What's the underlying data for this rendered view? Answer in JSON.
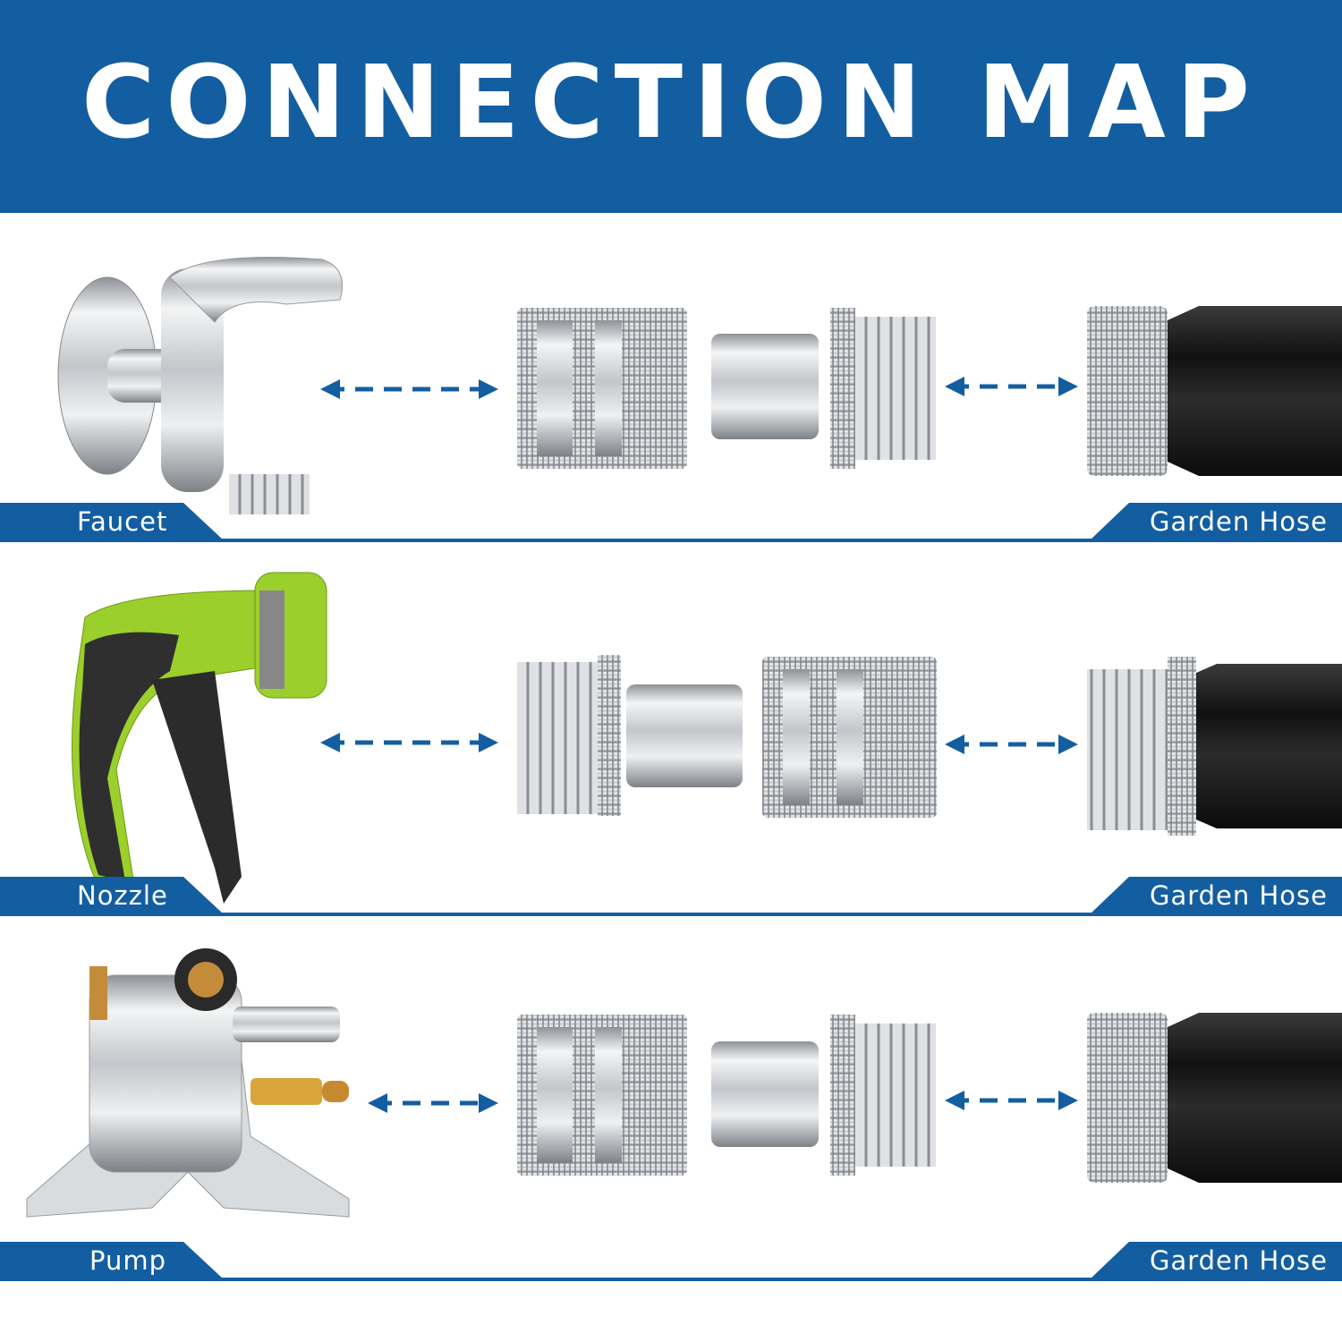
{
  "header": {
    "title": "CONNECTION MAP"
  },
  "rows": [
    {
      "source_label": "Faucet",
      "target_label": "Garden Hose",
      "source_icon": "faucet-icon",
      "target_icon": "hose-female-icon"
    },
    {
      "source_label": "Nozzle",
      "target_label": "Garden Hose",
      "source_icon": "spray-nozzle-icon",
      "target_icon": "hose-male-icon"
    },
    {
      "source_label": "Pump",
      "target_label": "Garden Hose",
      "source_icon": "pressure-pump-icon",
      "target_icon": "hose-female-icon"
    }
  ],
  "colors": {
    "brand_blue": "#135ea1",
    "metal": "#c9ccd0",
    "hose_black": "#1e1e1e",
    "nozzle_green": "#9bcf2c"
  }
}
